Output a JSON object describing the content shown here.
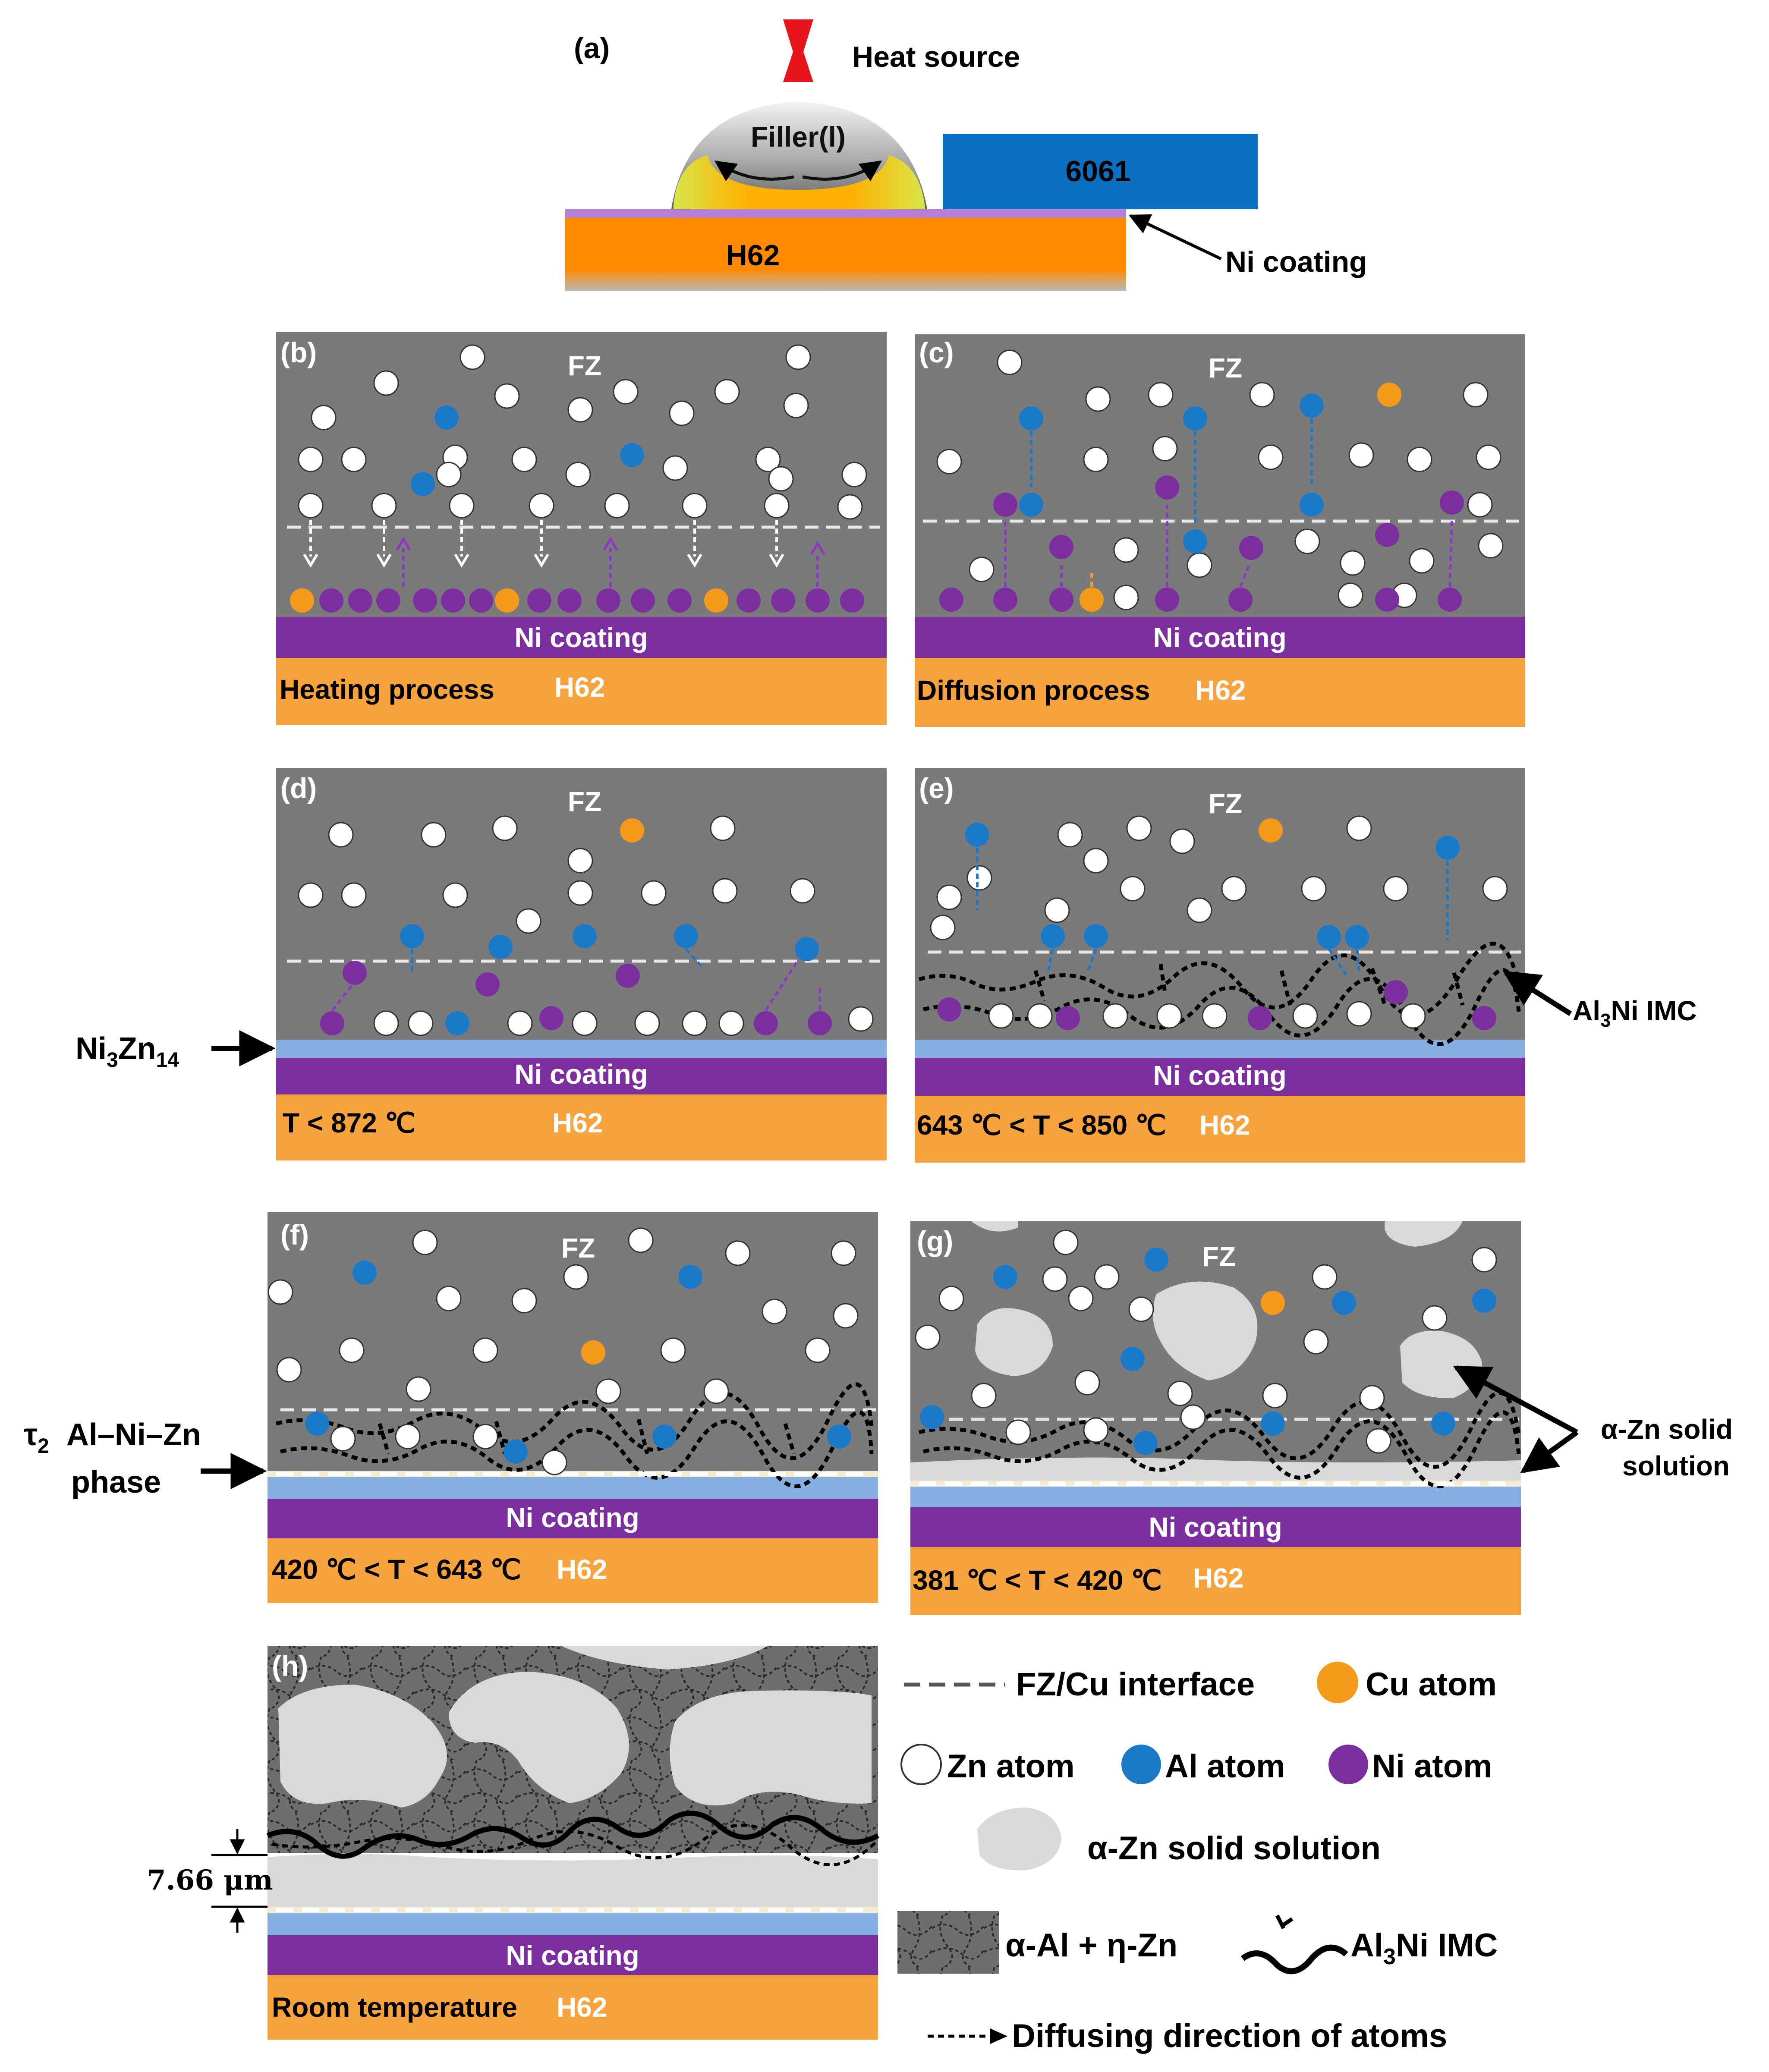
{
  "colors": {
    "fz_gray": "#7a7a7a",
    "ni_purple": "#7b2f9e",
    "h62_orange": "#f7a33d",
    "h62_bright": "#ff8a00",
    "blue_6061": "#0b6fc2",
    "al_blue": "#1a7ac8",
    "cu_orange": "#f59a1a",
    "ni3zn14_blue": "#86aee0",
    "alpha_zn_gray": "#d9d9d9"
  },
  "panel_a": {
    "label": "(a)",
    "heat_source": "Heat source",
    "filler": "Filler(l)",
    "plate_6061": "6061",
    "plate_h62": "H62",
    "ni_coating_label": "Ni coating"
  },
  "panels": {
    "b": {
      "label": "(b)",
      "fz": "FZ",
      "ni": "Ni coating",
      "caption": "Heating process",
      "h62": "H62"
    },
    "c": {
      "label": "(c)",
      "fz": "FZ",
      "ni": "Ni coating",
      "caption": "Diffusion process",
      "h62": "H62"
    },
    "d": {
      "label": "(d)",
      "fz": "FZ",
      "ni": "Ni coating",
      "caption": "T < 872 ℃",
      "h62": "H62"
    },
    "e": {
      "label": "(e)",
      "fz": "FZ",
      "ni": "Ni coating",
      "caption": "643 ℃ < T < 850 ℃",
      "h62": "H62"
    },
    "f": {
      "label": "(f)",
      "fz": "FZ",
      "ni": "Ni coating",
      "caption": "420 ℃ < T < 643 ℃",
      "h62": "H62"
    },
    "g": {
      "label": "(g)",
      "fz": "FZ",
      "ni": "Ni coating",
      "caption": "381 ℃ < T < 420 ℃",
      "h62": "H62"
    },
    "h": {
      "label": "(h)",
      "ni": "Ni coating",
      "caption": "Room temperature",
      "h62": "H62",
      "thickness": "7.66 μm"
    }
  },
  "callouts": {
    "ni3zn14_main": "Ni",
    "ni3zn14_sub1": "3",
    "ni3zn14_mid": "Zn",
    "ni3zn14_sub2": "14",
    "al3ni_main": "Al",
    "al3ni_sub": "3",
    "al3ni_tail": "Ni IMC",
    "tau_main": "τ",
    "tau_sub": "2",
    "tau_tail": "Al–Ni–Zn",
    "tau_line2": "phase",
    "alpha_zn_line1": "α-Zn solid",
    "alpha_zn_line2": "solution"
  },
  "legend": {
    "interface": "FZ/Cu interface",
    "cu_atom": "Cu atom",
    "zn_atom": "Zn atom",
    "al_atom": "Al atom",
    "ni_atom": "Ni atom",
    "alpha_zn": "α-Zn solid solution",
    "eutectic": "α-Al + η-Zn",
    "al3ni_main": "Al",
    "al3ni_sub": "3",
    "al3ni_tail": "Ni IMC",
    "diffusing": "Diffusing direction of atoms"
  }
}
